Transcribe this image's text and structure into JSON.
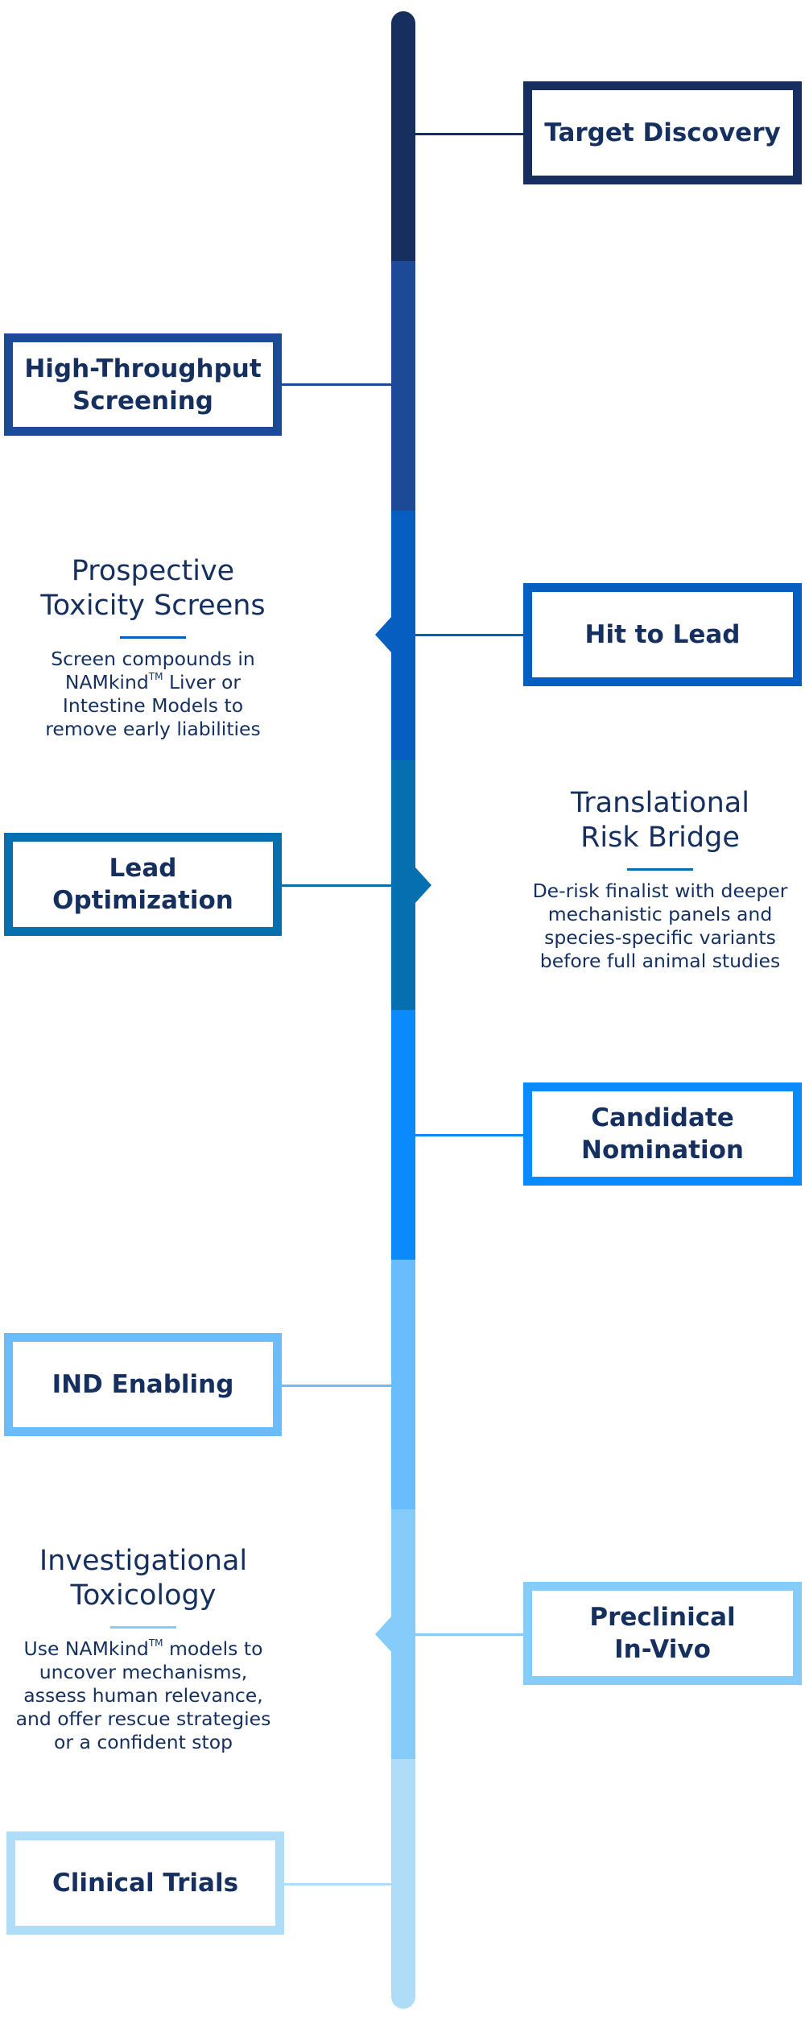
{
  "colors": {
    "seg1": "#172f5f",
    "seg2": "#1c4a96",
    "seg3": "#065ec0",
    "seg4": "#066fb0",
    "seg5": "#0b8afe",
    "seg6": "#69bdfd",
    "seg7": "#86ccfb",
    "seg8": "#afdcf6",
    "text": "#15305f"
  },
  "stages": [
    {
      "lines": [
        "Target Discovery"
      ]
    },
    {
      "lines": [
        "High-Throughput",
        "Screening"
      ]
    },
    {
      "lines": [
        "Hit to Lead"
      ]
    },
    {
      "lines": [
        "Lead",
        "Optimization"
      ]
    },
    {
      "lines": [
        "Candidate",
        "Nomination"
      ]
    },
    {
      "lines": [
        "IND Enabling"
      ]
    },
    {
      "lines": [
        "Preclinical",
        "In-Vivo"
      ]
    },
    {
      "lines": [
        "Clinical Trials"
      ]
    }
  ],
  "notes": [
    {
      "title": [
        "Prospective",
        "Toxicity Screens"
      ],
      "body": {
        "line1": "Screen compounds in",
        "line2_prefix": "NAMkind",
        "line2_tm": "TM",
        "line2_suffix": " Liver or",
        "line3": "Intestine Models to",
        "line4": "remove early liabilities"
      }
    },
    {
      "title": [
        "Translational",
        "Risk Bridge"
      ],
      "body": {
        "line1": "De-risk finalist with deeper",
        "line2": "mechanistic panels and",
        "line3": "species-specific variants",
        "line4": "before full animal studies"
      }
    },
    {
      "title": [
        "Investigational",
        "Toxicology"
      ],
      "body": {
        "line1_prefix": "Use NAMkind",
        "line1_tm": "TM",
        "line1_suffix": " models to",
        "line2": "uncover mechanisms,",
        "line3": "assess human relevance,",
        "line4": "and offer rescue strategies",
        "line5": "or a confident stop"
      }
    }
  ]
}
